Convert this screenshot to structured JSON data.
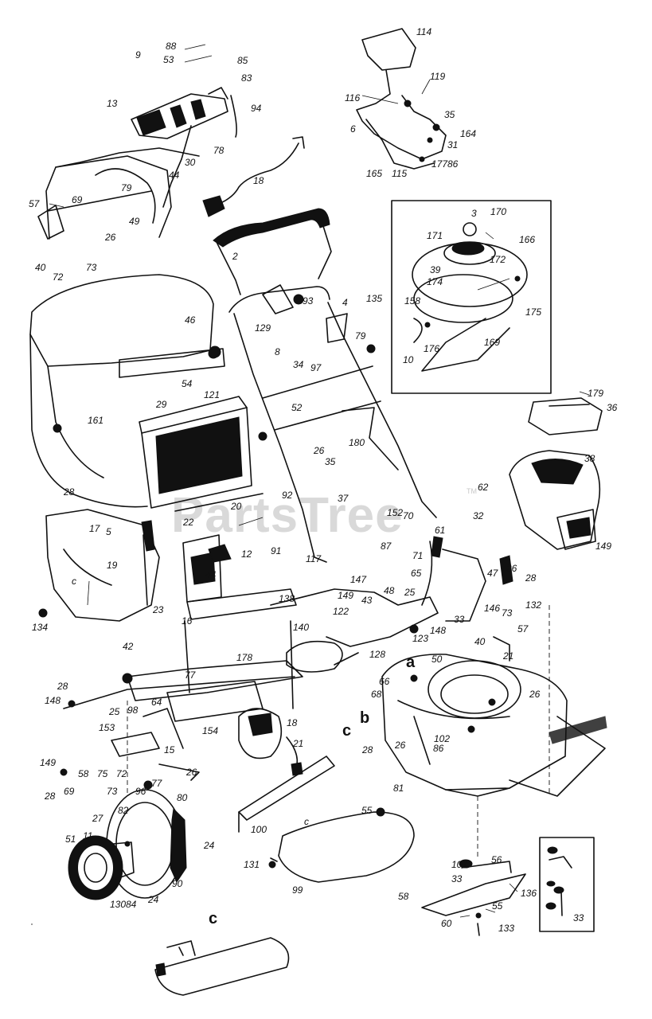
{
  "watermark": "PartsTree",
  "watermark_tm": "TM",
  "callouts": [
    "114",
    "119",
    "116",
    "35",
    "6",
    "164",
    "31",
    "165",
    "115",
    "177",
    "86",
    "88",
    "53",
    "9",
    "85",
    "83",
    "13",
    "94",
    "78",
    "30",
    "44",
    "79",
    "69",
    "18",
    "57",
    "26",
    "49",
    "40",
    "73",
    "72",
    "2",
    "3",
    "170",
    "171",
    "166",
    "172",
    "39",
    "174",
    "158",
    "175",
    "176",
    "169",
    "10",
    "4",
    "135",
    "93",
    "129",
    "79",
    "8",
    "34",
    "97",
    "46",
    "54",
    "161",
    "29",
    "121",
    "52",
    "180",
    "179",
    "36",
    "38",
    "28",
    "26",
    "35",
    "37",
    "62",
    "32",
    "149",
    "152",
    "70",
    "61",
    "87",
    "92",
    "20",
    "22",
    "12",
    "91",
    "117",
    "5",
    "17",
    "19",
    "44",
    "71",
    "65",
    "146",
    "47",
    "26",
    "28",
    "132",
    "23",
    "16",
    "138",
    "147",
    "149",
    "43",
    "48",
    "122",
    "25",
    "33",
    "134",
    "140",
    "123",
    "148",
    "128",
    "178",
    "57",
    "73",
    "40",
    "42",
    "77",
    "50",
    "21",
    "66",
    "68",
    "26",
    "28",
    "148",
    "64",
    "25",
    "98",
    "153",
    "154",
    "18",
    "15",
    "149",
    "58",
    "75",
    "72",
    "26",
    "28",
    "69",
    "73",
    "96",
    "77",
    "21",
    "28",
    "26",
    "102",
    "86",
    "81",
    "80",
    "27",
    "11",
    "82",
    "51",
    "24",
    "100",
    "55",
    "101",
    "56",
    "33",
    "136",
    "131",
    "130",
    "84",
    "24",
    "90",
    "99",
    "58",
    "60",
    "55",
    "133",
    "33"
  ],
  "letters": [
    "a",
    "b",
    "c",
    "c",
    "c",
    "c"
  ]
}
